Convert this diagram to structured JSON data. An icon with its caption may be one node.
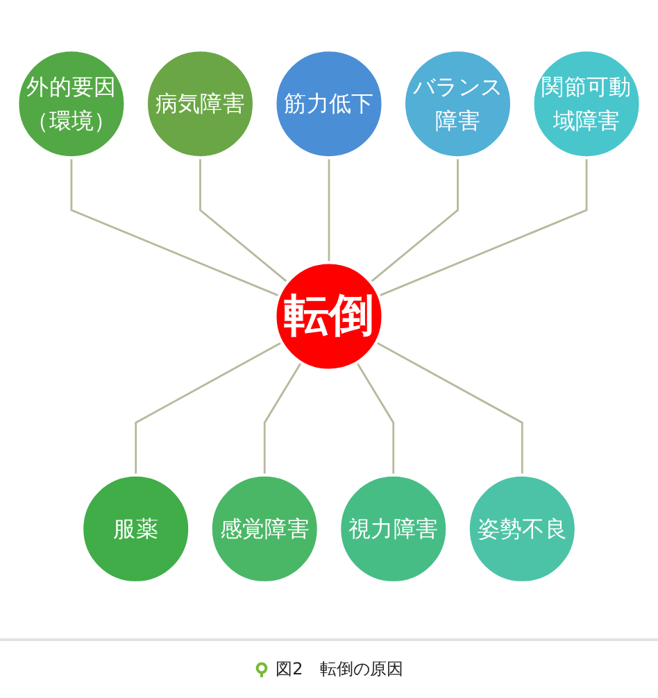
{
  "diagram": {
    "caption": "図2　転倒の原因",
    "nodes": [
      {
        "text": [
          "転倒"
        ]
      },
      {
        "text": [
          "筋力低下"
        ]
      },
      {
        "text": [
          "バランス障害"
        ]
      },
      {
        "text": [
          "関節可動域障害"
        ]
      },
      {
        "text": [
          "姿勢不良"
        ]
      },
      {
        "text": [
          "視力障害"
        ]
      },
      {
        "text": [
          "感覚障害"
        ]
      },
      {
        "text": [
          "服薬"
        ]
      },
      {
        "text": [
          "外的要因（環境）"
        ]
      },
      {
        "text": [
          "病気障害"
        ]
      }
    ],
    "edges": [
      {
        "from": 8,
        "to": 0,
        "arrow": "none"
      },
      {
        "from": 9,
        "to": 0,
        "arrow": "none"
      },
      {
        "from": 1,
        "to": 0,
        "arrow": "none"
      },
      {
        "from": 2,
        "to": 0,
        "arrow": "none"
      },
      {
        "from": 3,
        "to": 0,
        "arrow": "none"
      },
      {
        "from": 0,
        "to": 7,
        "arrow": "none"
      },
      {
        "from": 0,
        "to": 6,
        "arrow": "none"
      },
      {
        "from": 0,
        "to": 5,
        "arrow": "none"
      },
      {
        "from": 0,
        "to": 4,
        "arrow": "none"
      }
    ]
  }
}
